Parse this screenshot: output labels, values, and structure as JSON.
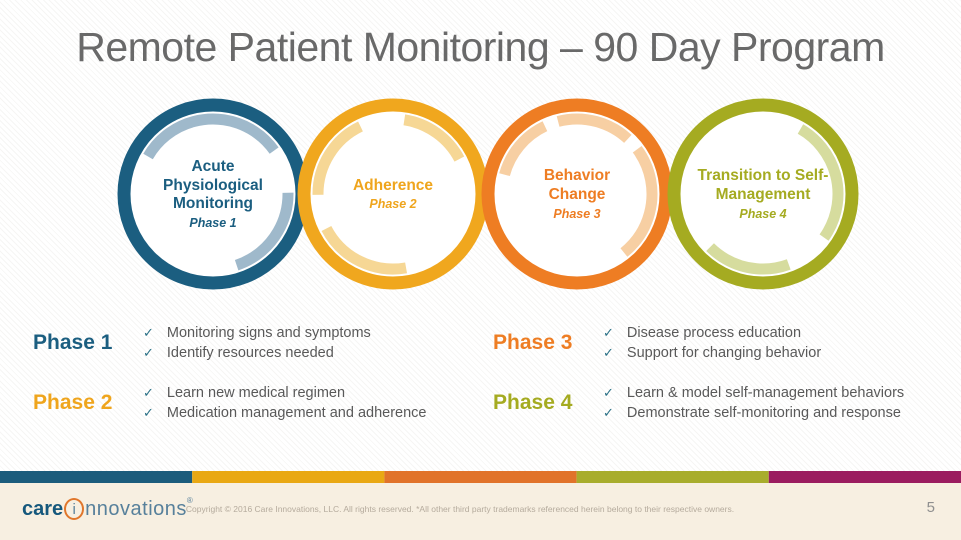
{
  "title": "Remote Patient Monitoring – 90 Day Program",
  "rings": [
    {
      "name": "Acute Physiological Monitoring",
      "phase": "Phase 1",
      "ring_color": "#1B5E80",
      "arc_color": "#9FB9CB"
    },
    {
      "name": "Adherence",
      "phase": "Phase 2",
      "ring_color": "#F0A71E",
      "arc_color": "#F6D795"
    },
    {
      "name": "Behavior Change",
      "phase": "Phase 3",
      "ring_color": "#EE7D23",
      "arc_color": "#F7CFA3"
    },
    {
      "name": "Transition to Self-Management",
      "phase": "Phase 4",
      "ring_color": "#A5AB21",
      "arc_color": "#D6DC9E"
    }
  ],
  "details": [
    {
      "label": "Phase 1",
      "color": "#1B5E80",
      "items": [
        "Monitoring signs and symptoms",
        "Identify resources needed"
      ]
    },
    {
      "label": "Phase 2",
      "color": "#EFA51D",
      "items": [
        "Learn new medical regimen",
        "Medication management and adherence"
      ]
    },
    {
      "label": "Phase 3",
      "color": "#EE7D23",
      "items": [
        "Disease process education",
        "Support for changing behavior"
      ]
    },
    {
      "label": "Phase 4",
      "color": "#A5AB21",
      "items": [
        "Learn & model self-management behaviors",
        "Demonstrate self-monitoring and response"
      ]
    }
  ],
  "check_glyph": "✓",
  "check_color": "#2B7186",
  "footer": {
    "stripe_colors": [
      "#1C5C7C",
      "#E9A813",
      "#E1732A",
      "#A8AD2C",
      "#9B1C5F"
    ],
    "logo": {
      "care": "care",
      "i": "i",
      "rest": "nnovations",
      "mark": "®"
    },
    "copyright": "Copyright © 2016 Care Innovations, LLC. All rights reserved. *All other third party trademarks referenced herein belong to their respective owners.",
    "page_number": "5"
  }
}
